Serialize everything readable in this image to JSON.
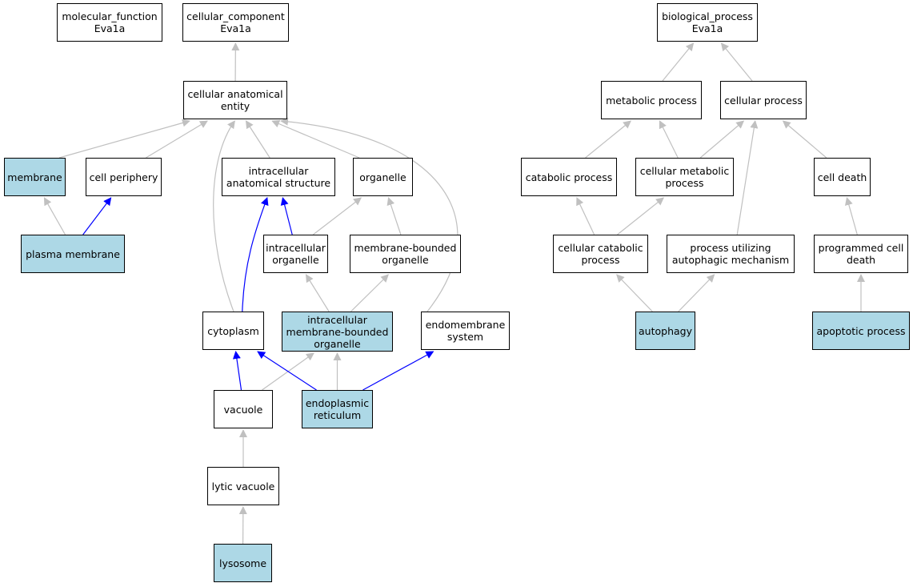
{
  "nodes": {
    "molecular_function": {
      "label": "molecular_function\nEva1a",
      "highlighted": false
    },
    "cellular_component": {
      "label": "cellular_component\nEva1a",
      "highlighted": false
    },
    "cellular_anatomical_entity": {
      "label": "cellular anatomical\nentity",
      "highlighted": false
    },
    "membrane": {
      "label": "membrane",
      "highlighted": true
    },
    "cell_periphery": {
      "label": "cell periphery",
      "highlighted": false
    },
    "intracellular_anatomical_structure": {
      "label": "intracellular\nanatomical structure",
      "highlighted": false
    },
    "organelle": {
      "label": "organelle",
      "highlighted": false
    },
    "plasma_membrane": {
      "label": "plasma membrane",
      "highlighted": true
    },
    "intracellular_organelle": {
      "label": "intracellular\norganelle",
      "highlighted": false
    },
    "membrane_bounded_organelle": {
      "label": "membrane-bounded\norganelle",
      "highlighted": false
    },
    "cytoplasm": {
      "label": "cytoplasm",
      "highlighted": false
    },
    "intracellular_membrane_bounded_organelle": {
      "label": "intracellular\nmembrane-bounded\norganelle",
      "highlighted": true
    },
    "endomembrane_system": {
      "label": "endomembrane\nsystem",
      "highlighted": false
    },
    "vacuole": {
      "label": "vacuole",
      "highlighted": false
    },
    "endoplasmic_reticulum": {
      "label": "endoplasmic\nreticulum",
      "highlighted": true
    },
    "lytic_vacuole": {
      "label": "lytic vacuole",
      "highlighted": false
    },
    "lysosome": {
      "label": "lysosome",
      "highlighted": true
    },
    "biological_process": {
      "label": "biological_process\nEva1a",
      "highlighted": false
    },
    "metabolic_process": {
      "label": "metabolic process",
      "highlighted": false
    },
    "cellular_process": {
      "label": "cellular process",
      "highlighted": false
    },
    "catabolic_process": {
      "label": "catabolic process",
      "highlighted": false
    },
    "cellular_metabolic_process": {
      "label": "cellular metabolic\nprocess",
      "highlighted": false
    },
    "cell_death": {
      "label": "cell death",
      "highlighted": false
    },
    "cellular_catabolic_process": {
      "label": "cellular catabolic\nprocess",
      "highlighted": false
    },
    "process_utilizing_autophagic_mechanism": {
      "label": "process utilizing\nautophagic mechanism",
      "highlighted": false
    },
    "programmed_cell_death": {
      "label": "programmed cell\ndeath",
      "highlighted": false
    },
    "autophagy": {
      "label": "autophagy",
      "highlighted": true
    },
    "apoptotic_process": {
      "label": "apoptotic process",
      "highlighted": true
    }
  },
  "edges": [
    {
      "from": "cellular_anatomical_entity",
      "to": "cellular_component",
      "color": "#c0c0c0"
    },
    {
      "from": "membrane",
      "to": "cellular_anatomical_entity",
      "color": "#c0c0c0"
    },
    {
      "from": "cell_periphery",
      "to": "cellular_anatomical_entity",
      "color": "#c0c0c0"
    },
    {
      "from": "cytoplasm",
      "to": "cellular_anatomical_entity",
      "color": "#c0c0c0"
    },
    {
      "from": "intracellular_anatomical_structure",
      "to": "cellular_anatomical_entity",
      "color": "#c0c0c0"
    },
    {
      "from": "organelle",
      "to": "cellular_anatomical_entity",
      "color": "#c0c0c0"
    },
    {
      "from": "endomembrane_system",
      "to": "cellular_anatomical_entity",
      "color": "#c0c0c0"
    },
    {
      "from": "plasma_membrane",
      "to": "membrane",
      "color": "#c0c0c0"
    },
    {
      "from": "plasma_membrane",
      "to": "cell_periphery",
      "color": "#0000ff"
    },
    {
      "from": "intracellular_organelle",
      "to": "intracellular_anatomical_structure",
      "color": "#0000ff"
    },
    {
      "from": "intracellular_organelle",
      "to": "organelle",
      "color": "#c0c0c0"
    },
    {
      "from": "membrane_bounded_organelle",
      "to": "organelle",
      "color": "#c0c0c0"
    },
    {
      "from": "cytoplasm",
      "to": "intracellular_anatomical_structure",
      "color": "#0000ff"
    },
    {
      "from": "intracellular_membrane_bounded_organelle",
      "to": "intracellular_organelle",
      "color": "#c0c0c0"
    },
    {
      "from": "intracellular_membrane_bounded_organelle",
      "to": "membrane_bounded_organelle",
      "color": "#c0c0c0"
    },
    {
      "from": "vacuole",
      "to": "cytoplasm",
      "color": "#0000ff"
    },
    {
      "from": "vacuole",
      "to": "intracellular_membrane_bounded_organelle",
      "color": "#c0c0c0"
    },
    {
      "from": "endoplasmic_reticulum",
      "to": "cytoplasm",
      "color": "#0000ff"
    },
    {
      "from": "endoplasmic_reticulum",
      "to": "intracellular_membrane_bounded_organelle",
      "color": "#c0c0c0"
    },
    {
      "from": "endoplasmic_reticulum",
      "to": "endomembrane_system",
      "color": "#0000ff"
    },
    {
      "from": "lytic_vacuole",
      "to": "vacuole",
      "color": "#c0c0c0"
    },
    {
      "from": "lysosome",
      "to": "lytic_vacuole",
      "color": "#c0c0c0"
    },
    {
      "from": "metabolic_process",
      "to": "biological_process",
      "color": "#c0c0c0"
    },
    {
      "from": "cellular_process",
      "to": "biological_process",
      "color": "#c0c0c0"
    },
    {
      "from": "catabolic_process",
      "to": "metabolic_process",
      "color": "#c0c0c0"
    },
    {
      "from": "cellular_metabolic_process",
      "to": "metabolic_process",
      "color": "#c0c0c0"
    },
    {
      "from": "cellular_metabolic_process",
      "to": "cellular_process",
      "color": "#c0c0c0"
    },
    {
      "from": "cell_death",
      "to": "cellular_process",
      "color": "#c0c0c0"
    },
    {
      "from": "cellular_catabolic_process",
      "to": "catabolic_process",
      "color": "#c0c0c0"
    },
    {
      "from": "cellular_catabolic_process",
      "to": "cellular_metabolic_process",
      "color": "#c0c0c0"
    },
    {
      "from": "process_utilizing_autophagic_mechanism",
      "to": "cellular_process",
      "color": "#c0c0c0"
    },
    {
      "from": "programmed_cell_death",
      "to": "cell_death",
      "color": "#c0c0c0"
    },
    {
      "from": "autophagy",
      "to": "cellular_catabolic_process",
      "color": "#c0c0c0"
    },
    {
      "from": "autophagy",
      "to": "process_utilizing_autophagic_mechanism",
      "color": "#c0c0c0"
    },
    {
      "from": "apoptotic_process",
      "to": "programmed_cell_death",
      "color": "#c0c0c0"
    }
  ]
}
